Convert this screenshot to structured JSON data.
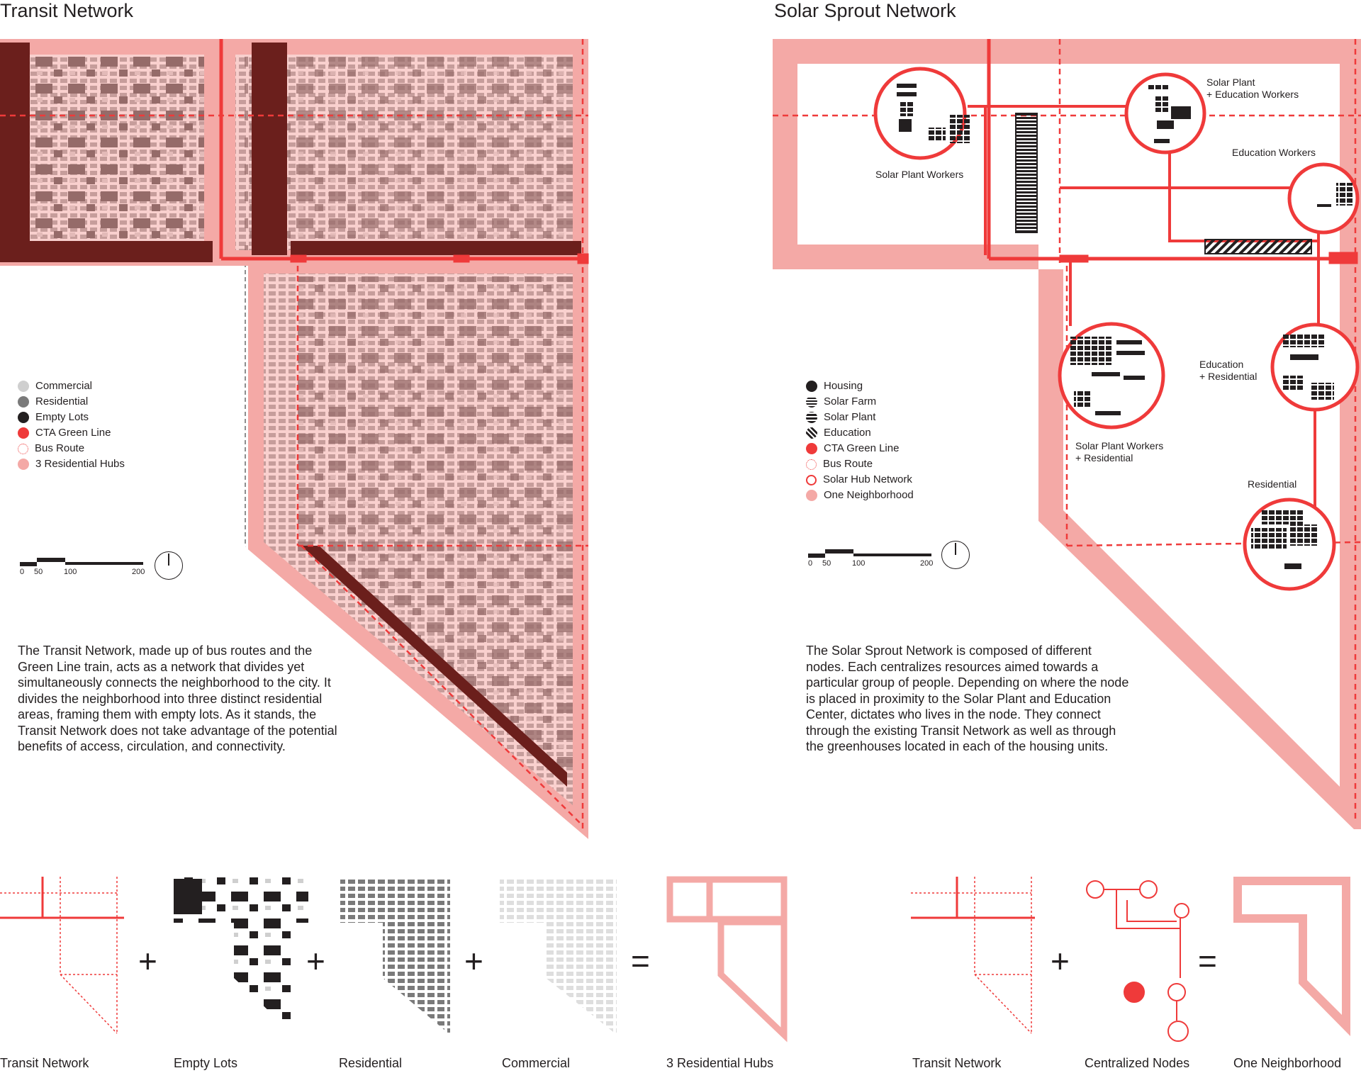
{
  "left": {
    "title": "Transit Network",
    "legend": [
      {
        "label": "Commercial",
        "color": "#cfcfcf",
        "style": "solid"
      },
      {
        "label": "Residential",
        "color": "#7a7a7a",
        "style": "solid"
      },
      {
        "label": "Empty Lots",
        "color": "#231f20",
        "style": "solid"
      },
      {
        "label": "CTA Green Line",
        "color": "#ef3a3a",
        "style": "solid"
      },
      {
        "label": "Bus Route",
        "color": "#ef3a3a",
        "style": "dotted"
      },
      {
        "label": "3 Residential Hubs",
        "color": "#f4a9a6",
        "style": "solid"
      }
    ],
    "scale_labels": [
      "0",
      "50",
      "100",
      "200"
    ],
    "paragraph": "The Transit Network, made up of bus routes and the Green Line train, acts as a network that divides yet simultaneously connects the neighborhood to the city. It divides the neighborhood into three distinct residential areas, framing them with empty lots. As it stands, the Transit Network does not take advantage of the potential benefits of access, circulation, and connectivity."
  },
  "right": {
    "title": "Solar Sprout Network",
    "legend": [
      {
        "label": "Housing",
        "icon": "housing-icon"
      },
      {
        "label": "Solar Farm",
        "icon": "solar-farm-icon"
      },
      {
        "label": "Solar Plant",
        "icon": "solar-plant-icon"
      },
      {
        "label": "Education",
        "icon": "education-icon"
      },
      {
        "label": "CTA Green Line",
        "icon": "green-line-icon"
      },
      {
        "label": "Bus Route",
        "icon": "bus-route-icon"
      },
      {
        "label": "Solar Hub Network",
        "icon": "hub-ring-icon"
      },
      {
        "label": "One Neighborhood",
        "icon": "neighborhood-icon"
      }
    ],
    "scale_labels": [
      "0",
      "50",
      "100",
      "200"
    ],
    "node_labels": {
      "solar_plant_workers": "Solar Plant Workers",
      "solar_plant_edu_1": "Solar Plant",
      "solar_plant_edu_2": "+ Education Workers",
      "education_workers": "Education Workers",
      "education_res_1": "Education",
      "education_res_2": "+ Residential",
      "spw_res_1": "Solar Plant Workers",
      "spw_res_2": "+ Residential",
      "residential": "Residential"
    },
    "paragraph": "The Solar Sprout Network is composed of different nodes. Each centralizes resources aimed towards a particular group of people. Depending on where the node is placed in proximity to the Solar Plant and Education Center, dictates who lives in the node. They connect through the existing Transit Network as well as through the greenhouses located in each of the housing units."
  },
  "equation_left": {
    "labels": [
      "Transit Network",
      "Empty Lots",
      "Residential",
      "Commercial",
      "3 Residential Hubs"
    ],
    "operators": [
      "+",
      "+",
      "+",
      "="
    ]
  },
  "equation_right": {
    "labels": [
      "Transit Network",
      "Centralized Nodes",
      "One Neighborhood"
    ],
    "operators": [
      "+",
      "="
    ]
  },
  "colors": {
    "red": "#ef3a3a",
    "pink": "#f4a9a6",
    "dark_red": "#6b1f1c",
    "black": "#231f20",
    "grey": "#7a7a7a",
    "light_grey": "#cfcfcf"
  }
}
